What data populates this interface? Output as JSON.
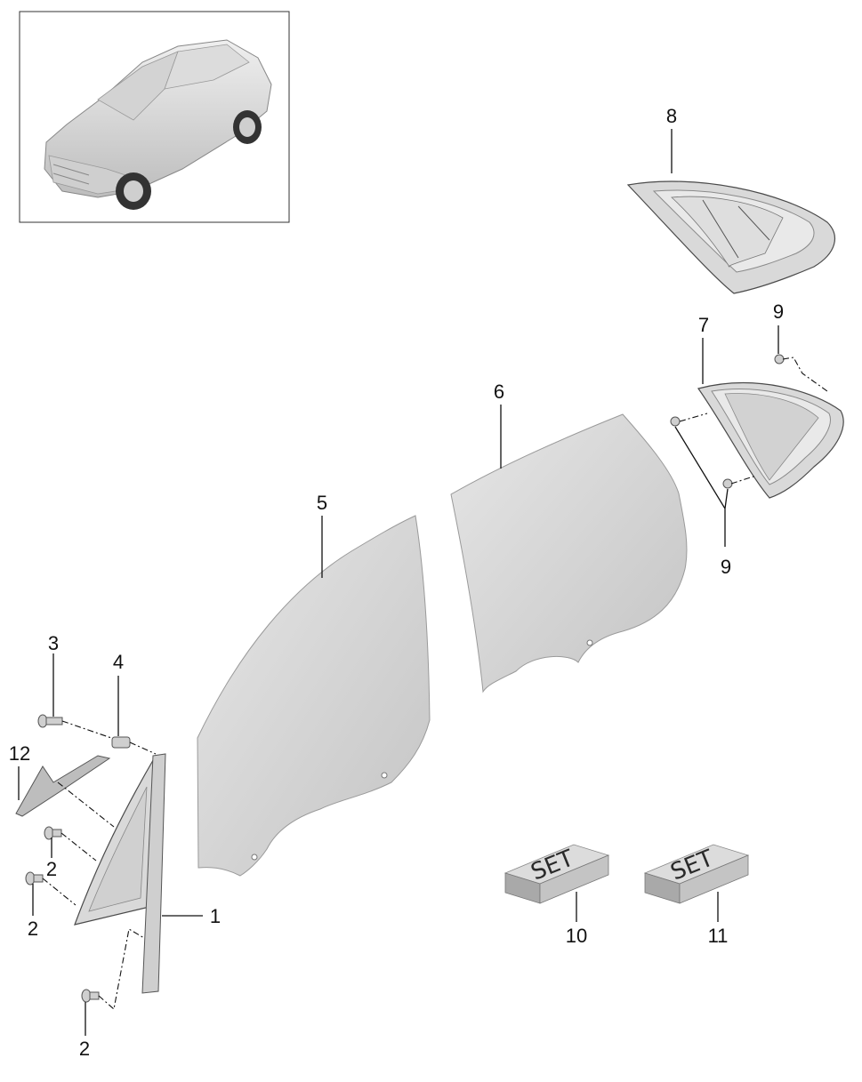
{
  "callouts": {
    "c1": "1",
    "c2a": "2",
    "c2b": "2",
    "c2c": "2",
    "c3": "3",
    "c4": "4",
    "c5": "5",
    "c6": "6",
    "c7": "7",
    "c8": "8",
    "c9a": "9",
    "c9b": "9",
    "c10": "10",
    "c11": "11",
    "c12": "12"
  },
  "set_boxes": {
    "box10_label": "SET",
    "box11_label": "SET"
  }
}
